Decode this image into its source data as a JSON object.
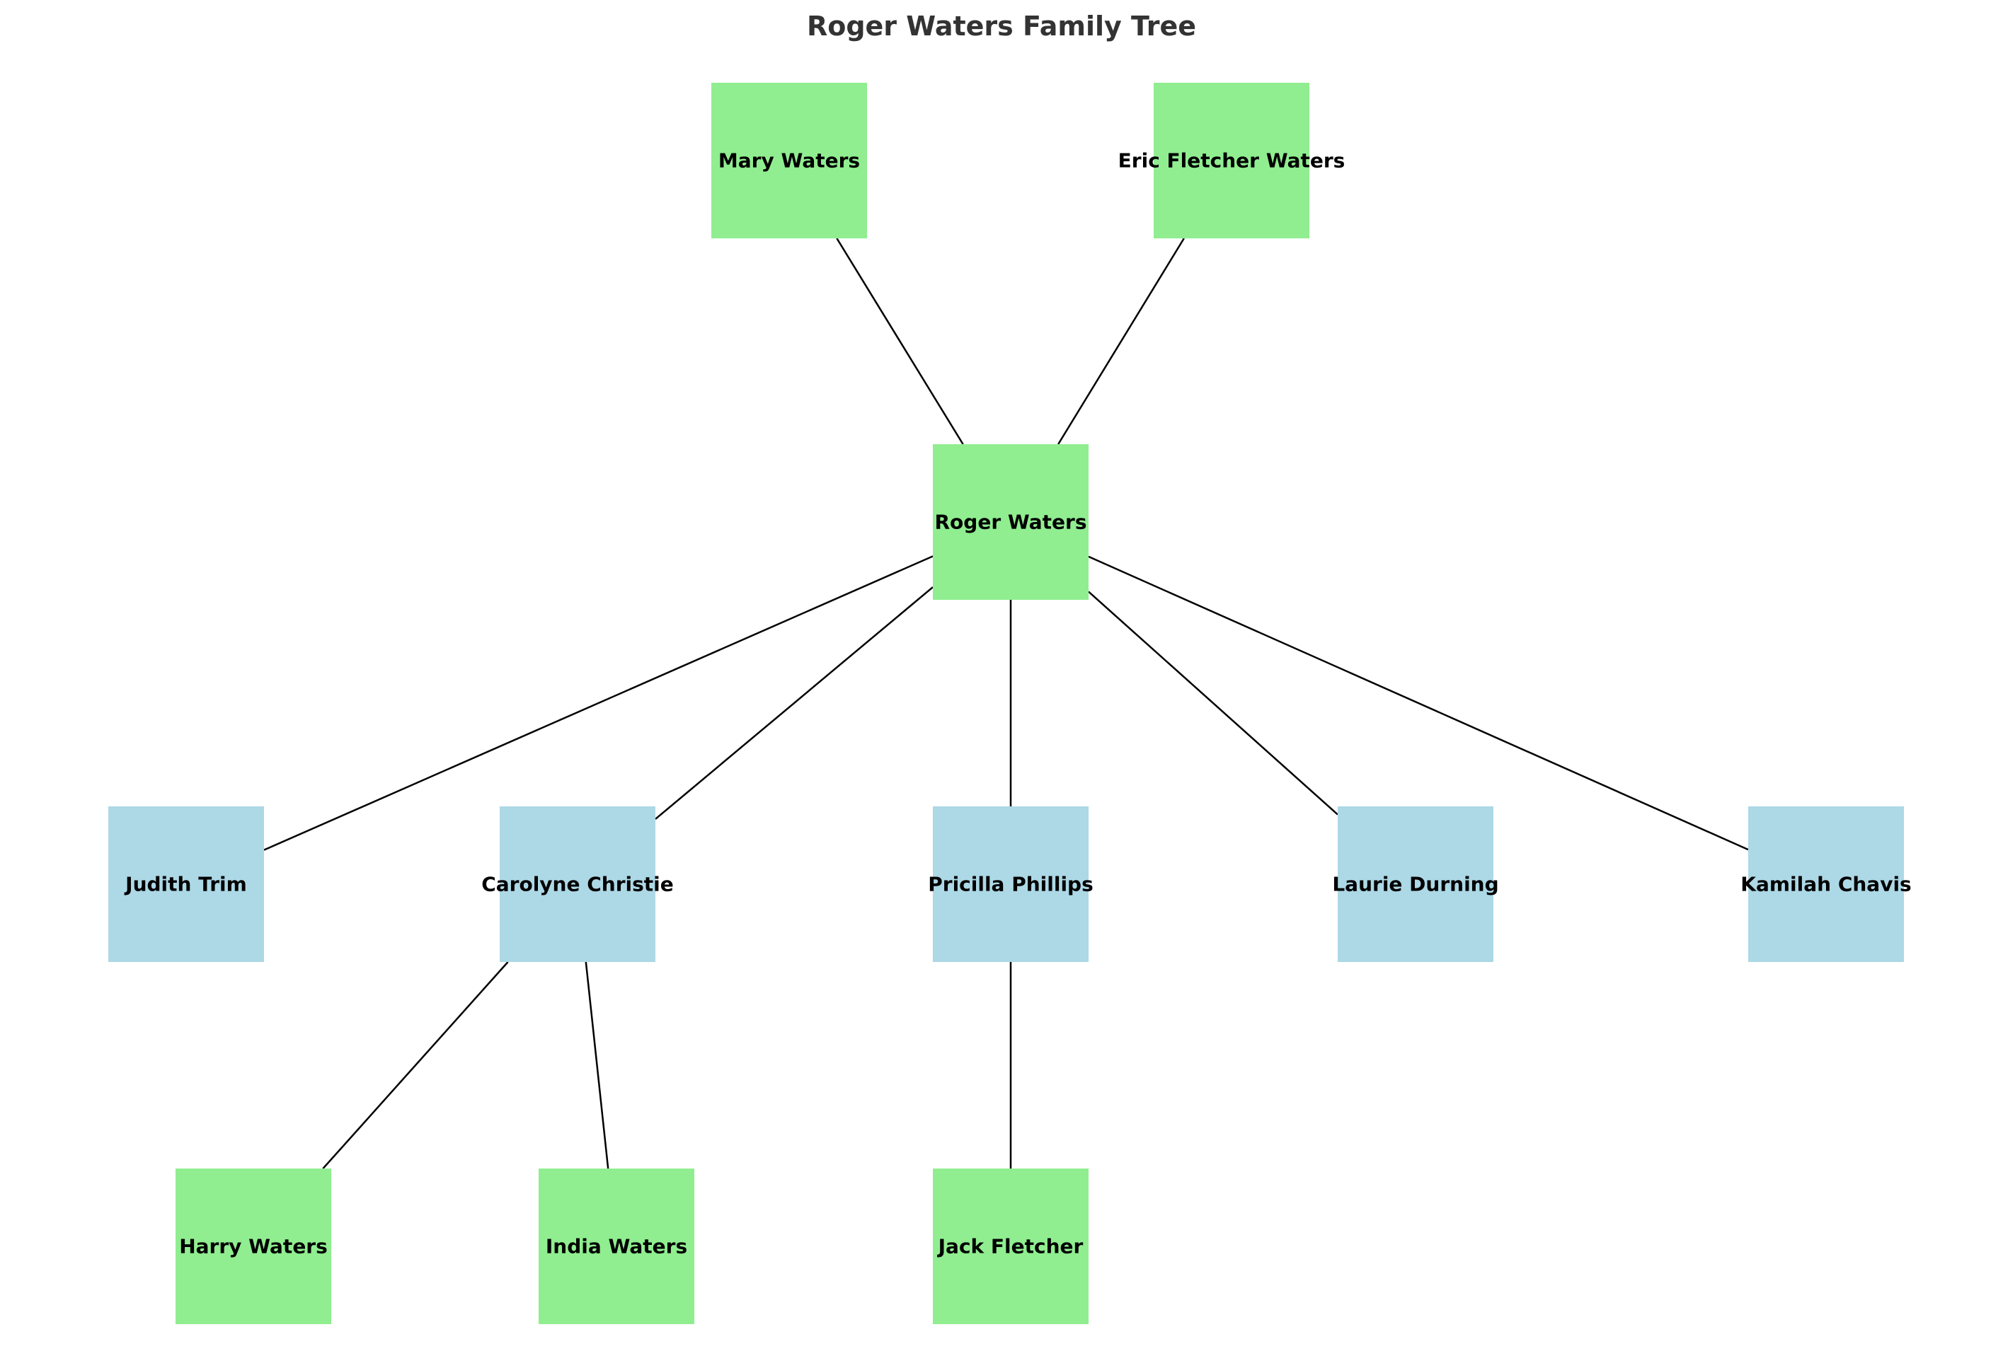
{
  "diagram": {
    "title": "Roger Waters Family Tree",
    "colors": {
      "title": "#333333",
      "blood_relative": "#90ee90",
      "spouse": "#add8e6",
      "edge": "#000000",
      "label": "#000000"
    },
    "nodes": [
      {
        "id": "mary",
        "label": "Mary Waters",
        "kind": "blood_relative"
      },
      {
        "id": "eric",
        "label": "Eric Fletcher Waters",
        "kind": "blood_relative"
      },
      {
        "id": "roger",
        "label": "Roger Waters",
        "kind": "blood_relative"
      },
      {
        "id": "judith",
        "label": "Judith Trim",
        "kind": "spouse"
      },
      {
        "id": "carolyne",
        "label": "Carolyne Christie",
        "kind": "spouse"
      },
      {
        "id": "pricilla",
        "label": "Pricilla Phillips",
        "kind": "spouse"
      },
      {
        "id": "laurie",
        "label": "Laurie Durning",
        "kind": "spouse"
      },
      {
        "id": "kamilah",
        "label": "Kamilah Chavis",
        "kind": "spouse"
      },
      {
        "id": "harry",
        "label": "Harry Waters",
        "kind": "blood_relative"
      },
      {
        "id": "india",
        "label": "India Waters",
        "kind": "blood_relative"
      },
      {
        "id": "jack",
        "label": "Jack Fletcher",
        "kind": "blood_relative"
      }
    ],
    "edges": [
      {
        "from": "mary",
        "to": "roger"
      },
      {
        "from": "eric",
        "to": "roger"
      },
      {
        "from": "roger",
        "to": "judith"
      },
      {
        "from": "roger",
        "to": "carolyne"
      },
      {
        "from": "roger",
        "to": "pricilla"
      },
      {
        "from": "roger",
        "to": "laurie"
      },
      {
        "from": "roger",
        "to": "kamilah"
      },
      {
        "from": "carolyne",
        "to": "harry"
      },
      {
        "from": "carolyne",
        "to": "india"
      },
      {
        "from": "pricilla",
        "to": "jack"
      }
    ]
  }
}
